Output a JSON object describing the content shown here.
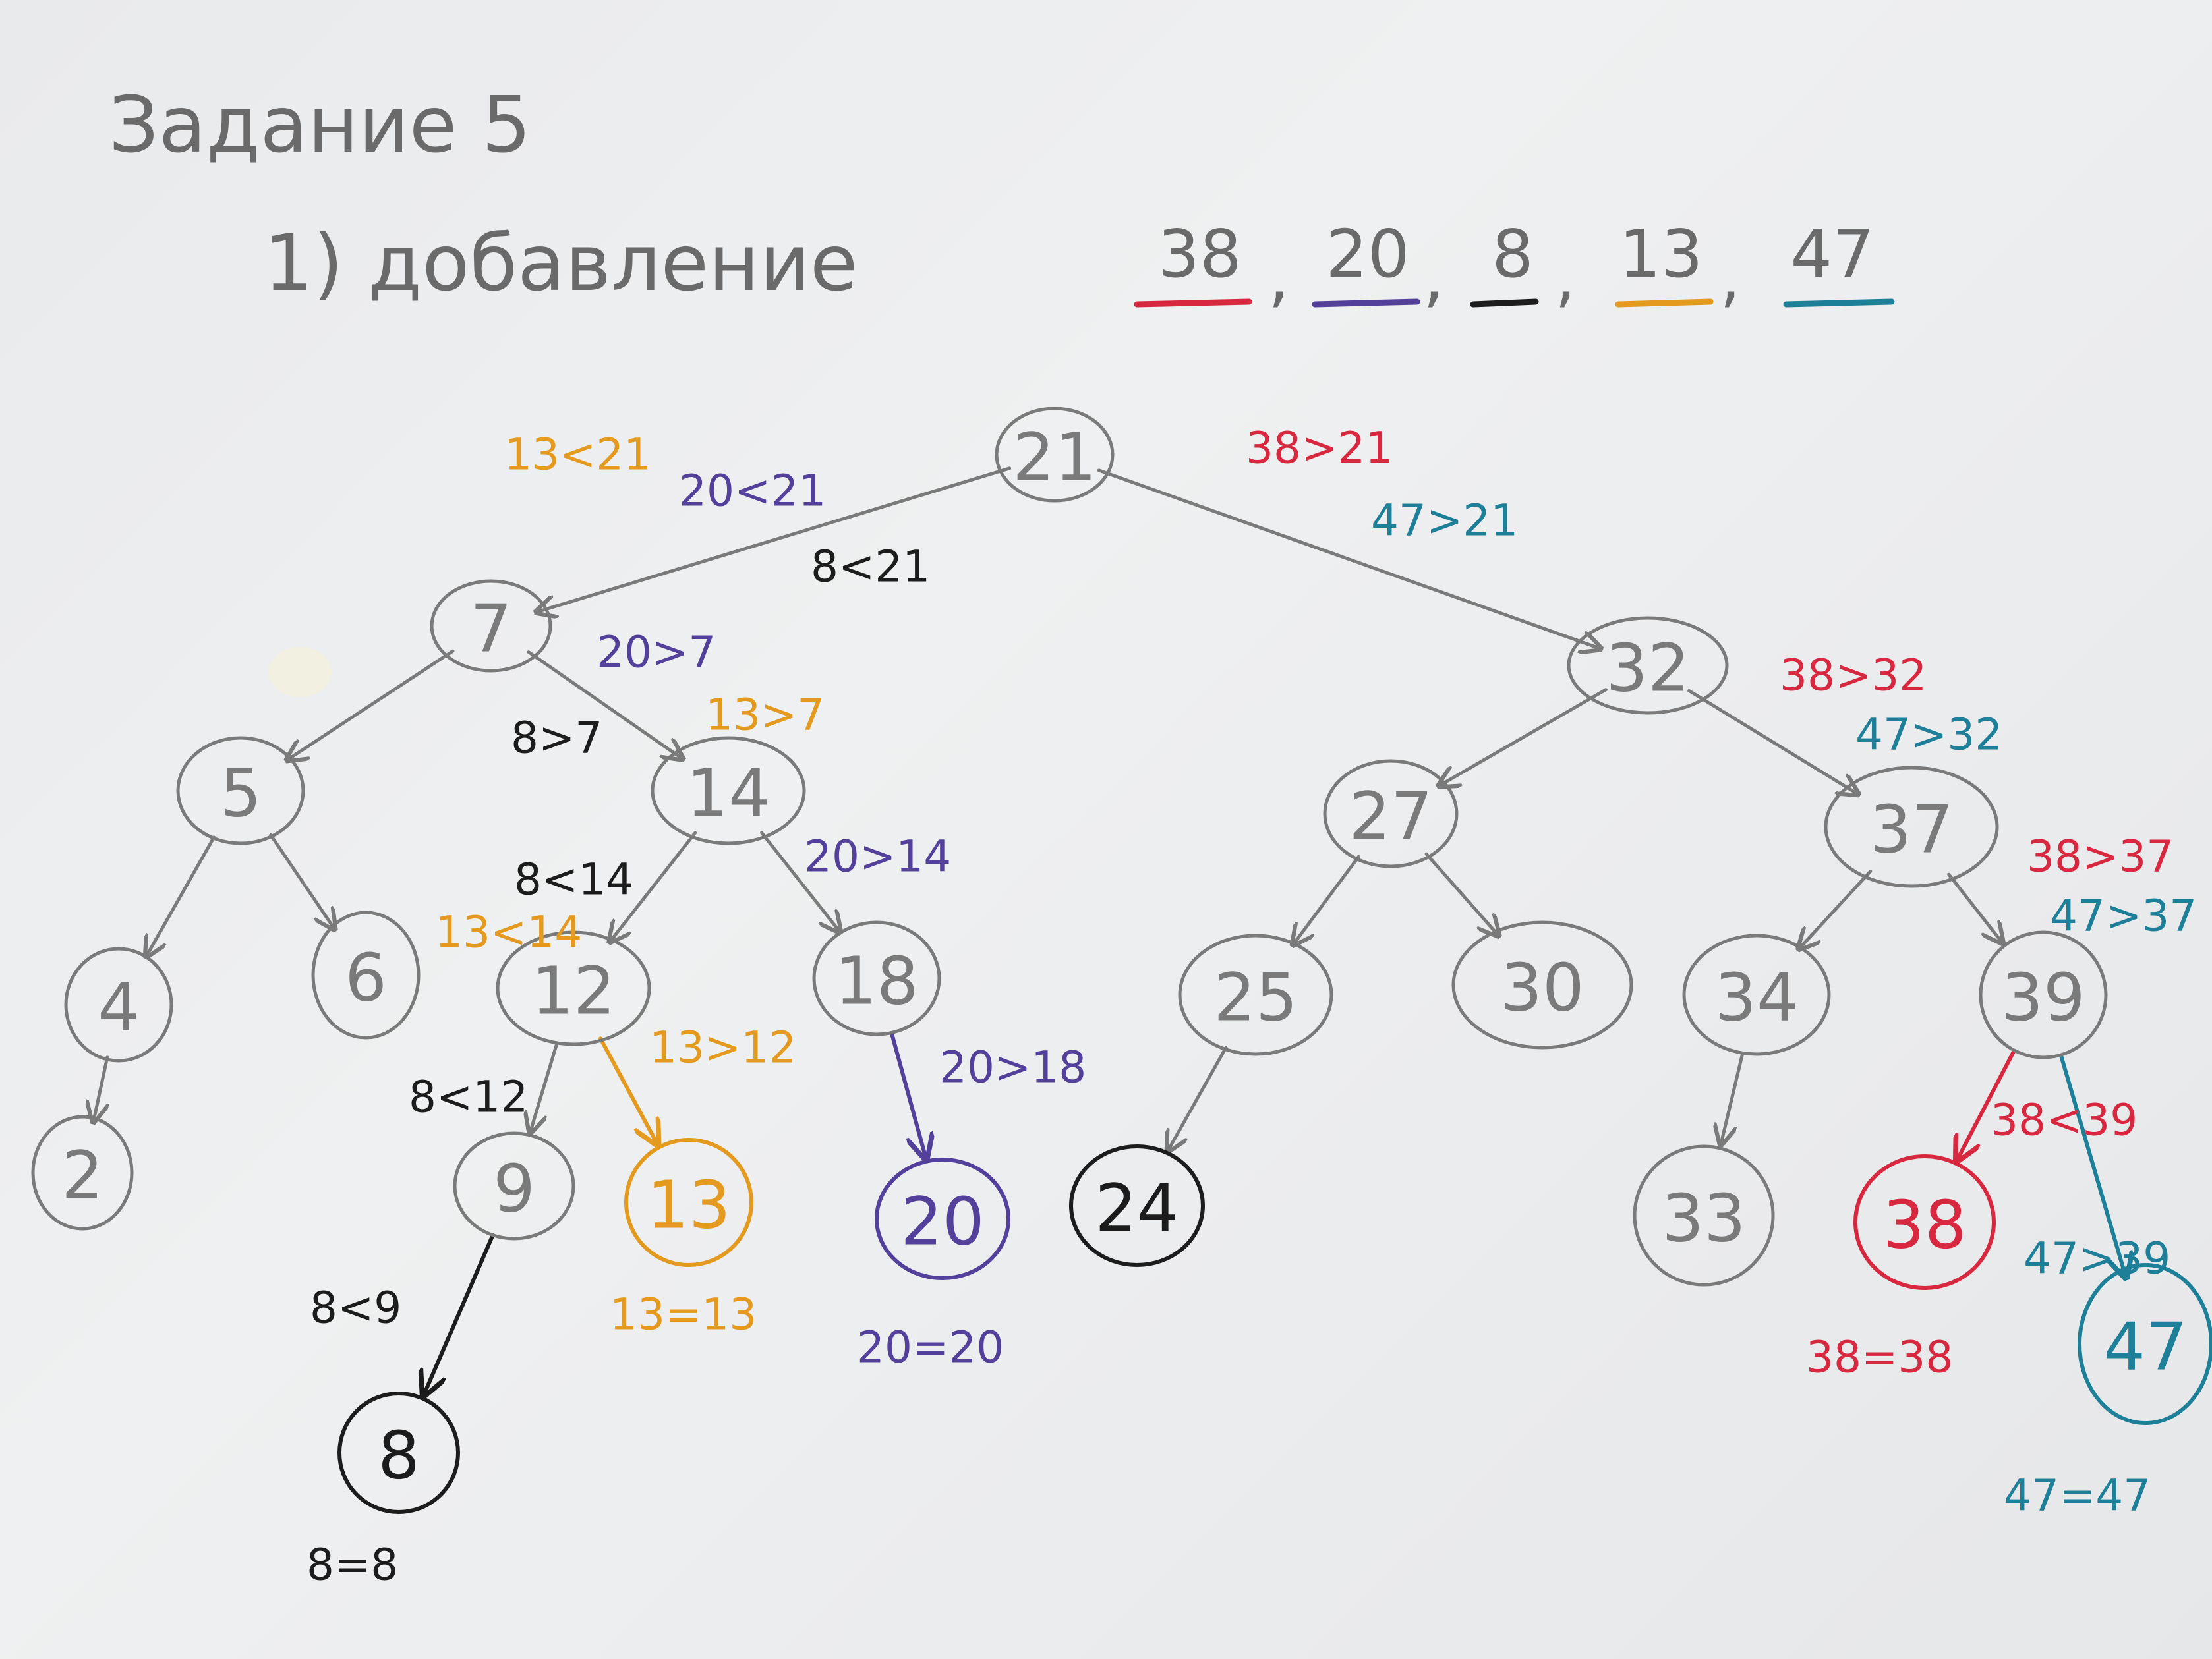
{
  "title": "Задание 5",
  "subtitle": "1) добавление",
  "insert_sequence": [
    {
      "value": "38",
      "color": "#d8283f"
    },
    {
      "value": "20",
      "color": "#52409a"
    },
    {
      "value": "8",
      "color": "#1c1c1c"
    },
    {
      "value": "13",
      "color": "#e39a1f"
    },
    {
      "value": "47",
      "color": "#1e7f98"
    }
  ],
  "colors": {
    "pencil": "#7a7a7a",
    "ink_black": "#1c1c1c",
    "red": "#d8283f",
    "purple": "#52409a",
    "orange": "#e39a1f",
    "teal": "#1e7f98"
  },
  "tree": {
    "nodes": [
      {
        "id": "n21",
        "label": "21",
        "style": "pencil"
      },
      {
        "id": "n7",
        "label": "7",
        "style": "pencil"
      },
      {
        "id": "n32",
        "label": "32",
        "style": "pencil"
      },
      {
        "id": "n5",
        "label": "5",
        "style": "pencil"
      },
      {
        "id": "n14",
        "label": "14",
        "style": "pencil"
      },
      {
        "id": "n27",
        "label": "27",
        "style": "pencil"
      },
      {
        "id": "n37",
        "label": "37",
        "style": "pencil"
      },
      {
        "id": "n4",
        "label": "4",
        "style": "pencil"
      },
      {
        "id": "n6",
        "label": "6",
        "style": "pencil"
      },
      {
        "id": "n12",
        "label": "12",
        "style": "pencil"
      },
      {
        "id": "n18",
        "label": "18",
        "style": "pencil"
      },
      {
        "id": "n25",
        "label": "25",
        "style": "pencil"
      },
      {
        "id": "n30",
        "label": "30",
        "style": "pencil"
      },
      {
        "id": "n34",
        "label": "34",
        "style": "pencil"
      },
      {
        "id": "n39",
        "label": "39",
        "style": "pencil"
      },
      {
        "id": "n2",
        "label": "2",
        "style": "pencil"
      },
      {
        "id": "n9",
        "label": "9",
        "style": "pencil"
      },
      {
        "id": "n24",
        "label": "24",
        "style": "ink_black"
      },
      {
        "id": "n33",
        "label": "33",
        "style": "pencil"
      },
      {
        "id": "n13",
        "label": "13",
        "style": "orange"
      },
      {
        "id": "n20",
        "label": "20",
        "style": "purple"
      },
      {
        "id": "n8",
        "label": "8",
        "style": "ink_black"
      },
      {
        "id": "n38",
        "label": "38",
        "style": "red"
      },
      {
        "id": "n47",
        "label": "47",
        "style": "teal"
      }
    ],
    "edges": [
      {
        "from": "n21",
        "to": "n7",
        "style": "pencil"
      },
      {
        "from": "n21",
        "to": "n32",
        "style": "pencil"
      },
      {
        "from": "n7",
        "to": "n5",
        "style": "pencil"
      },
      {
        "from": "n7",
        "to": "n14",
        "style": "pencil"
      },
      {
        "from": "n32",
        "to": "n27",
        "style": "pencil"
      },
      {
        "from": "n32",
        "to": "n37",
        "style": "pencil"
      },
      {
        "from": "n5",
        "to": "n4",
        "style": "pencil"
      },
      {
        "from": "n5",
        "to": "n6",
        "style": "pencil"
      },
      {
        "from": "n14",
        "to": "n12",
        "style": "pencil"
      },
      {
        "from": "n14",
        "to": "n18",
        "style": "pencil"
      },
      {
        "from": "n27",
        "to": "n25",
        "style": "pencil"
      },
      {
        "from": "n27",
        "to": "n30",
        "style": "pencil"
      },
      {
        "from": "n37",
        "to": "n34",
        "style": "pencil"
      },
      {
        "from": "n37",
        "to": "n39",
        "style": "pencil"
      },
      {
        "from": "n4",
        "to": "n2",
        "style": "pencil"
      },
      {
        "from": "n12",
        "to": "n9",
        "style": "pencil"
      },
      {
        "from": "n25",
        "to": "n24",
        "style": "pencil"
      },
      {
        "from": "n34",
        "to": "n33",
        "style": "pencil"
      },
      {
        "from": "n12",
        "to": "n13",
        "style": "orange"
      },
      {
        "from": "n18",
        "to": "n20",
        "style": "purple"
      },
      {
        "from": "n9",
        "to": "n8",
        "style": "ink_black"
      },
      {
        "from": "n39",
        "to": "n38",
        "style": "red"
      },
      {
        "from": "n39",
        "to": "n47",
        "style": "teal"
      }
    ]
  },
  "comparisons": [
    {
      "id": "c1",
      "text": "13<21",
      "color": "orange"
    },
    {
      "id": "c2",
      "text": "20<21",
      "color": "purple"
    },
    {
      "id": "c3",
      "text": "8<21",
      "color": "ink_black"
    },
    {
      "id": "c4",
      "text": "38>21",
      "color": "red"
    },
    {
      "id": "c5",
      "text": "47>21",
      "color": "teal"
    },
    {
      "id": "c6",
      "text": "20>7",
      "color": "purple"
    },
    {
      "id": "c7",
      "text": "13>7",
      "color": "orange"
    },
    {
      "id": "c8",
      "text": "8>7",
      "color": "ink_black"
    },
    {
      "id": "c9",
      "text": "8<14",
      "color": "ink_black"
    },
    {
      "id": "c10",
      "text": "13<14",
      "color": "orange"
    },
    {
      "id": "c11",
      "text": "20>14",
      "color": "purple"
    },
    {
      "id": "c12",
      "text": "13>12",
      "color": "orange"
    },
    {
      "id": "c13",
      "text": "20>18",
      "color": "purple"
    },
    {
      "id": "c14",
      "text": "8<12",
      "color": "ink_black"
    },
    {
      "id": "c15",
      "text": "8<9",
      "color": "ink_black"
    },
    {
      "id": "c16",
      "text": "13=13",
      "color": "orange"
    },
    {
      "id": "c17",
      "text": "20=20",
      "color": "purple"
    },
    {
      "id": "c18",
      "text": "8=8",
      "color": "ink_black"
    },
    {
      "id": "c19",
      "text": "38>32",
      "color": "red"
    },
    {
      "id": "c20",
      "text": "47>32",
      "color": "teal"
    },
    {
      "id": "c21",
      "text": "38>37",
      "color": "red"
    },
    {
      "id": "c22",
      "text": "47>37",
      "color": "teal"
    },
    {
      "id": "c23",
      "text": "38<39",
      "color": "red"
    },
    {
      "id": "c24",
      "text": "47>39",
      "color": "teal"
    },
    {
      "id": "c25",
      "text": "38=38",
      "color": "red"
    },
    {
      "id": "c26",
      "text": "47=47",
      "color": "teal"
    }
  ]
}
